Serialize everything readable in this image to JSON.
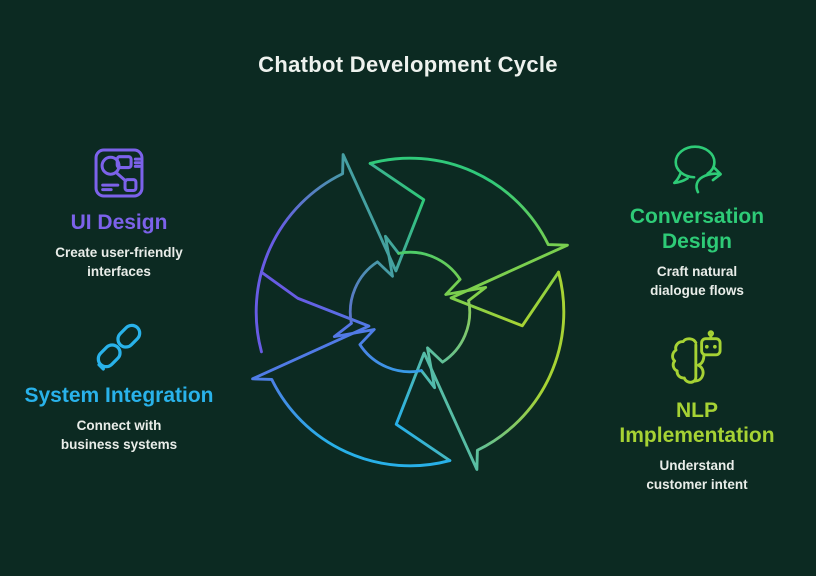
{
  "title": "Chatbot Development Cycle",
  "colors": {
    "background": "#0c2a22",
    "title_text": "#eef2ee",
    "body_text": "#e9ede9"
  },
  "items": [
    {
      "label": "UI Design",
      "description": "Create user-friendly\ninterfaces",
      "color": "#7c62ea",
      "icon": "design-board-icon"
    },
    {
      "label": "Conversation Design",
      "description": "Craft natural\ndialogue flows",
      "color": "#2ecb77",
      "icon": "speech-bubble-arrow-icon"
    },
    {
      "label": "System Integration",
      "description": "Connect with\nbusiness systems",
      "color": "#29b2ea",
      "icon": "chain-links-icon"
    },
    {
      "label": "NLP Implementation",
      "description": "Understand\ncustomer intent",
      "color": "#a6d234",
      "icon": "brain-robot-icon"
    }
  ],
  "diagram": {
    "type": "cycle",
    "direction": "clockwise",
    "outer_arrows": 4,
    "inner_arrows": 4,
    "purple": "#685ce4",
    "green": "#30c97a",
    "lime": "#a7d334",
    "cyan": "#28b0e8"
  }
}
